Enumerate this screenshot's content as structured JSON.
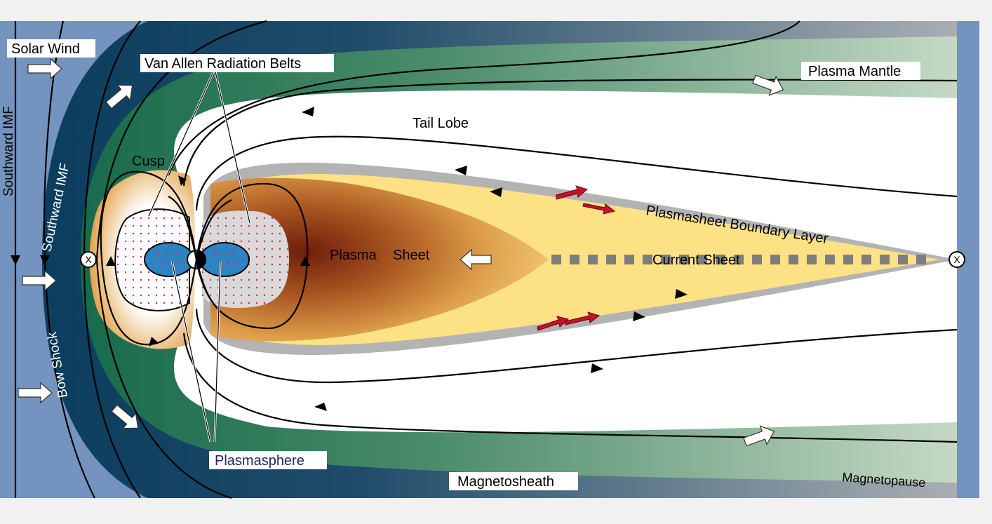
{
  "labels": {
    "solar_wind": "Solar Wind",
    "southward_imf_outer": "Southward IMF",
    "southward_imf_inner": "Southward IMF",
    "bow_shock": "Bow Shock",
    "van_allen": "Van Allen Radiation Belts",
    "cusp": "Cusp",
    "plasma_mantle": "Plasma Mantle",
    "tail_lobe": "Tail Lobe",
    "plasmasheet_boundary_layer": "Plasmasheet Boundary Layer",
    "plasma": "Plasma",
    "sheet": "Sheet",
    "current_sheet": "Current Sheet",
    "plasmasphere": "Plasmasphere",
    "magnetosheath": "Magnetosheath",
    "magnetopause": "Magnetopause",
    "x_left": "X",
    "x_right": "X"
  },
  "colors": {
    "solar_wind_region": "#7493bf",
    "magnetosheath_dark": "#0b3d5e",
    "magnetosheath_light": "#a9aeb2",
    "mantle_green": "#176b4c",
    "mantle_light": "#c5d9c4",
    "tail_lobe": "#ffffff",
    "boundary_layer": "#b3b3b3",
    "plasma_sheet_inner": "#6e1e0c",
    "plasma_sheet_mid": "#c77f2f",
    "plasma_sheet_outer": "#fde185",
    "plasmasphere": "#2e83c2",
    "radiation_belt": "#d9d9d9",
    "arrow_red": "#c8102e",
    "plasmasphere_text": "#222266"
  }
}
